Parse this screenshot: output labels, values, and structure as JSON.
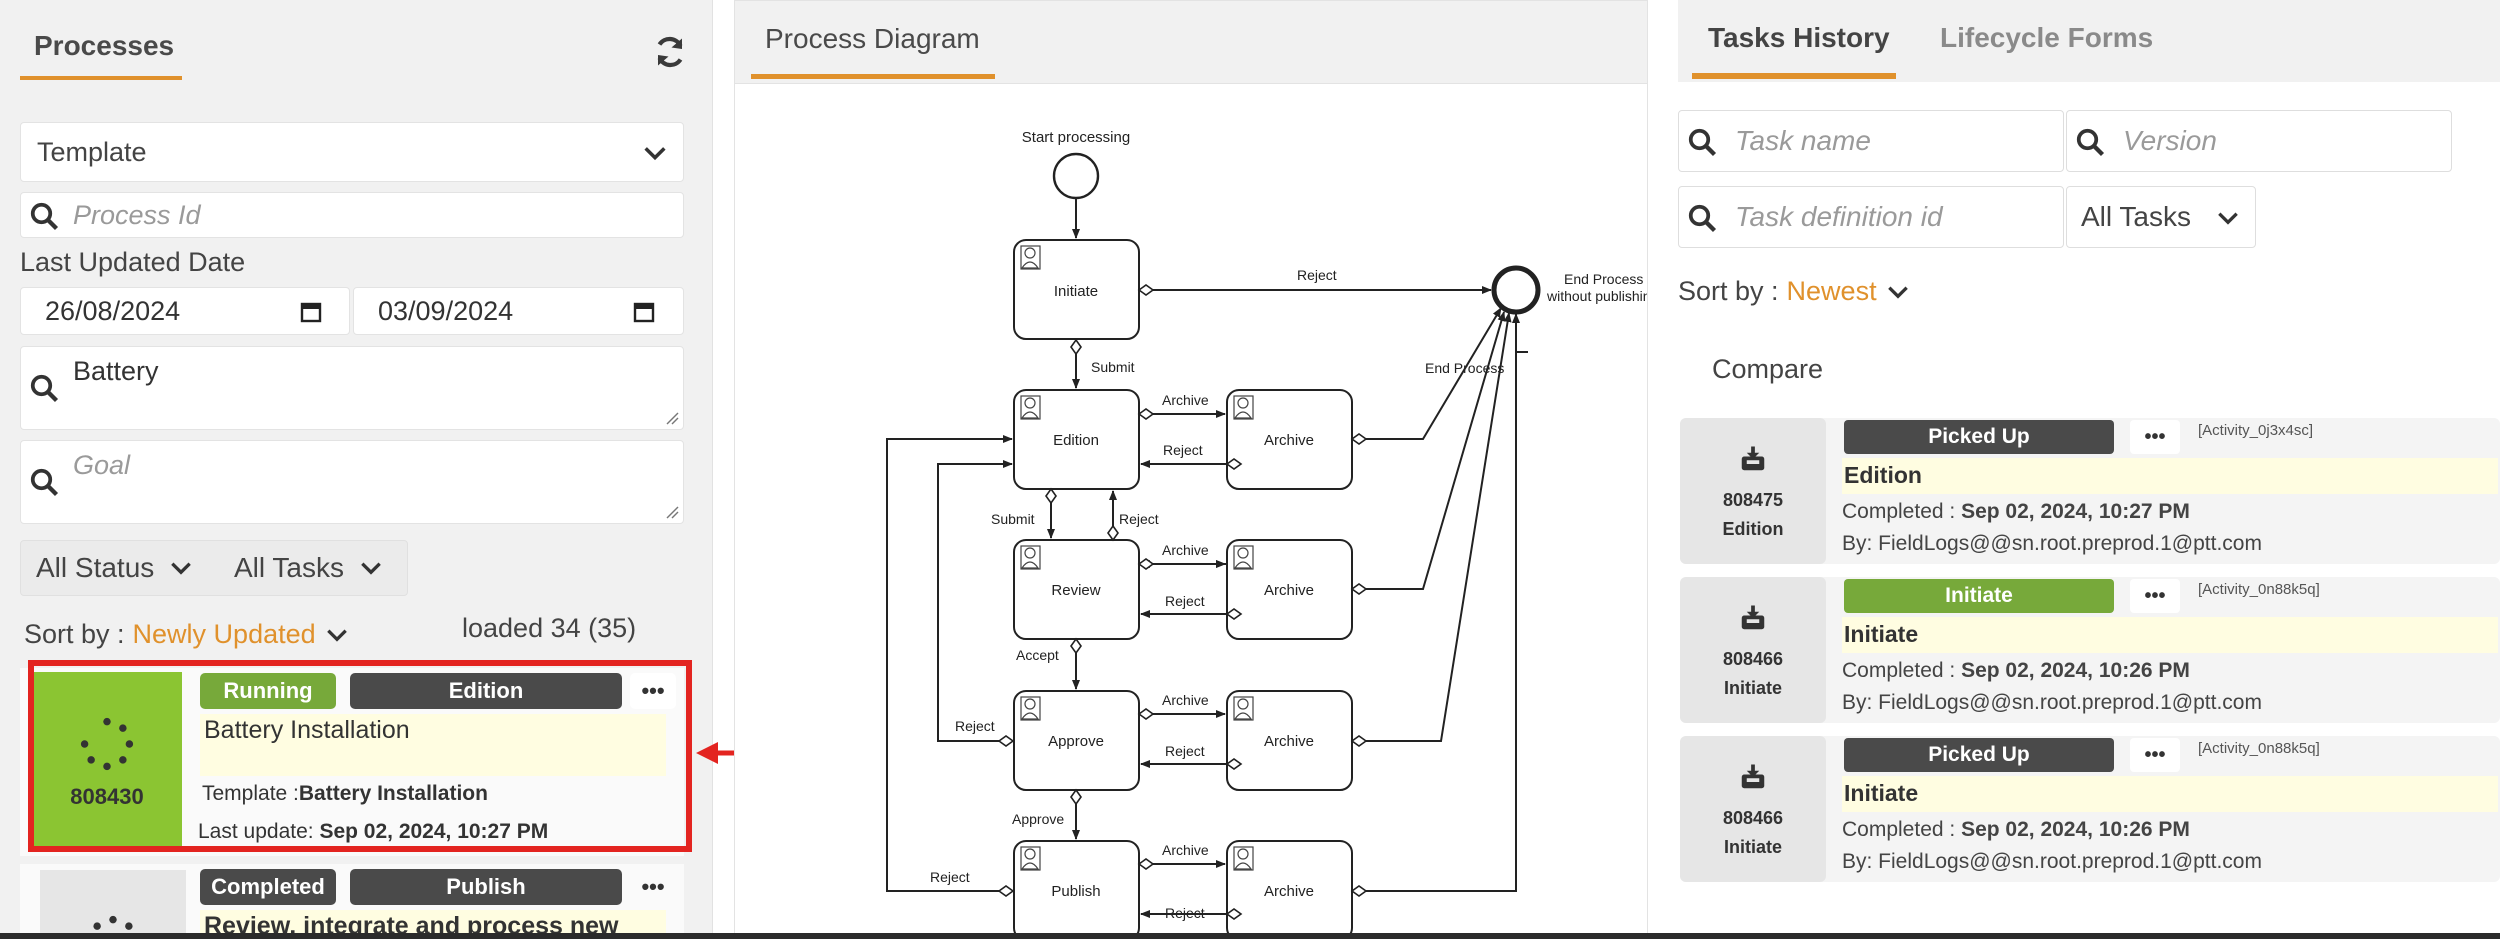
{
  "processes": {
    "tab_label": "Processes",
    "template_select": "Template",
    "process_id_placeholder": "Process Id",
    "last_updated_label": "Last Updated Date",
    "date_from": "26/08/2024",
    "date_to": "03/09/2024",
    "name_value": "Battery",
    "goal_placeholder": "Goal",
    "status_filter": "All Status",
    "tasks_filter": "All Tasks",
    "sort_label": "Sort by :",
    "sort_value": "Newly Updated",
    "loaded": "loaded 34 (35)",
    "cards": [
      {
        "id": "808430",
        "status": "Running",
        "task": "Edition",
        "title": "Battery Installation",
        "template_label": "Template :",
        "template_value": "Battery Installation",
        "update_label": "Last update:",
        "update_value": "Sep 02, 2024, 10:27 PM"
      },
      {
        "status": "Completed",
        "task": "Publish",
        "title": "Review, integrate and process new"
      }
    ]
  },
  "diagram": {
    "tab_label": "Process Diagram",
    "nodes": {
      "start": "Start processing",
      "initiate": "Initiate",
      "edition": "Edition",
      "review": "Review",
      "approve": "Approve",
      "publish": "Publish",
      "archive": "Archive",
      "end_line1": "End Process",
      "end_line2": "without publishin"
    },
    "edges": {
      "reject": "Reject",
      "submit": "Submit",
      "archive": "Archive",
      "accept": "Accept",
      "approve": "Approve",
      "end_process": "End Process"
    }
  },
  "history": {
    "tabs": [
      "Tasks History",
      "Lifecycle Forms"
    ],
    "task_name_placeholder": "Task name",
    "version_placeholder": "Version",
    "task_def_placeholder": "Task definition id",
    "all_tasks": "All Tasks",
    "sort_label": "Sort by :",
    "sort_value": "Newest",
    "compare": "Compare",
    "items": [
      {
        "id": "808475",
        "sub": "Edition",
        "badge": "Picked Up",
        "badge_color": "#4a4a4a",
        "activity": "[Activity_0j3x4sc]",
        "title": "Edition",
        "completed_label": "Completed :",
        "completed_value": "Sep 02, 2024, 10:27 PM",
        "by": "By: FieldLogs@@sn.root.preprod.1@ptt.com"
      },
      {
        "id": "808466",
        "sub": "Initiate",
        "badge": "Initiate",
        "badge_color": "#77a93a",
        "activity": "[Activity_0n88k5q]",
        "title": "Initiate",
        "completed_label": "Completed :",
        "completed_value": "Sep 02, 2024, 10:26 PM",
        "by": "By: FieldLogs@@sn.root.preprod.1@ptt.com"
      },
      {
        "id": "808466",
        "sub": "Initiate",
        "badge": "Picked Up",
        "badge_color": "#4a4a4a",
        "activity": "[Activity_0n88k5q]",
        "title": "Initiate",
        "completed_label": "Completed :",
        "completed_value": "Sep 02, 2024, 10:26 PM",
        "by": "By: FieldLogs@@sn.root.preprod.1@ptt.com"
      }
    ]
  },
  "colors": {
    "accent": "#e0912c",
    "running": "#77a93a",
    "dark_badge": "#4a4a4a",
    "highlight": "#e32420",
    "card_green": "#8bc532"
  }
}
